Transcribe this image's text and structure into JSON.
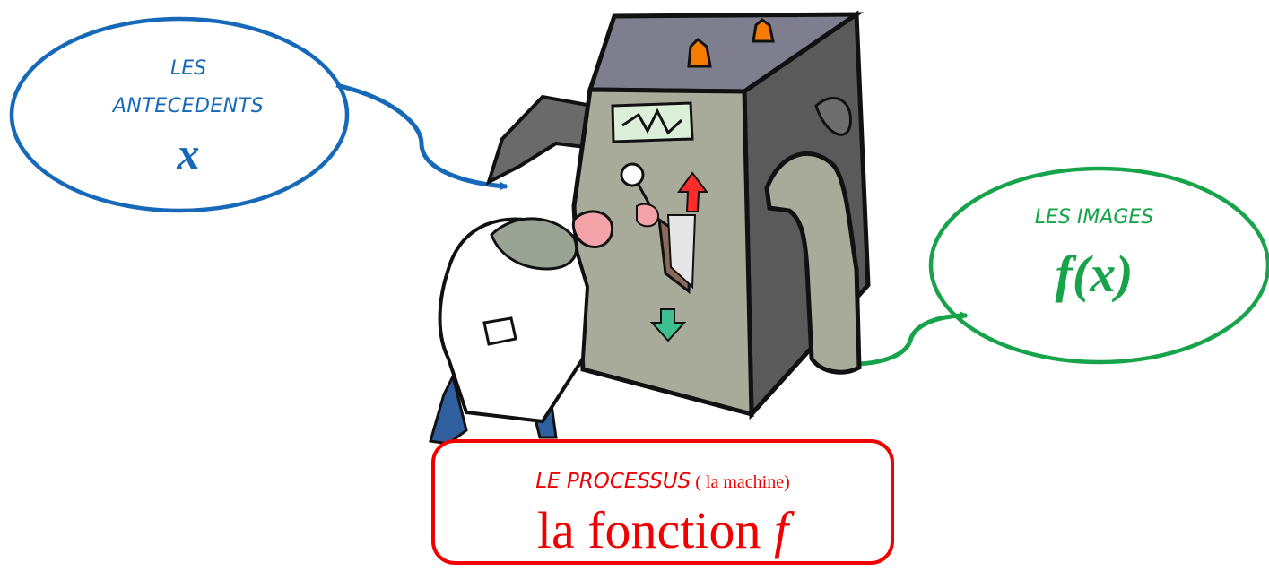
{
  "colors": {
    "input": "#1569b8",
    "output": "#16a34a",
    "process": "#f00000",
    "machine_front": "#a8ab9a",
    "machine_side": "#5a5a5a",
    "machine_top": "#7e7e8f"
  },
  "input": {
    "line1": "LES",
    "line2": "ANTECEDENTS",
    "variable": "x"
  },
  "output": {
    "line1": "LES IMAGES",
    "variable": "f(x)"
  },
  "process": {
    "line1": "LE  PROCESSUS",
    "line1_note": " ( la machine)",
    "line2": "la fonction ",
    "variable": "f"
  },
  "machine": {
    "icons": [
      "waveform-display-icon",
      "up-arrow-icon",
      "down-arrow-icon",
      "warning-light-icon"
    ]
  }
}
